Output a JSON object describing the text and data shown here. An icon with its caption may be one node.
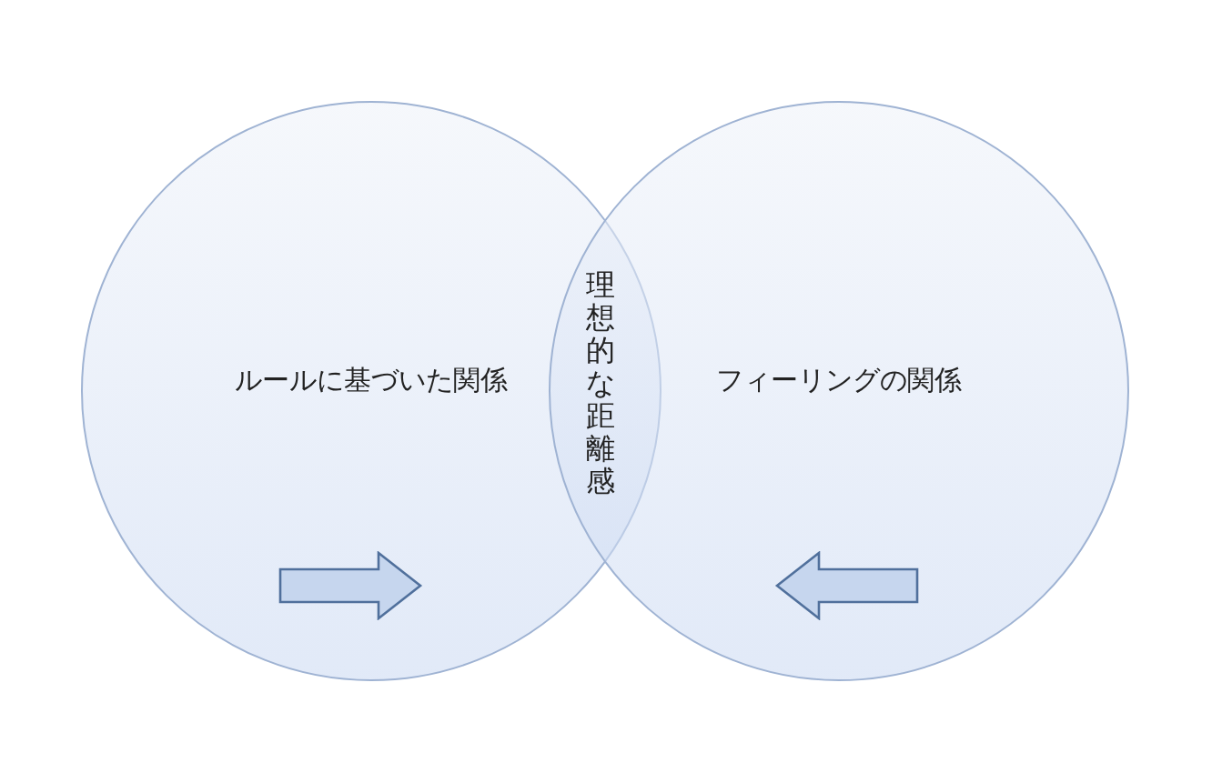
{
  "diagram": {
    "nodes": [
      {
        "text": [
          "ルールに基づいた関係"
        ]
      },
      {
        "text": [
          "フィーリングの関係"
        ]
      }
    ],
    "edges": [],
    "labels": [
      "理想的な距離感"
    ]
  }
}
